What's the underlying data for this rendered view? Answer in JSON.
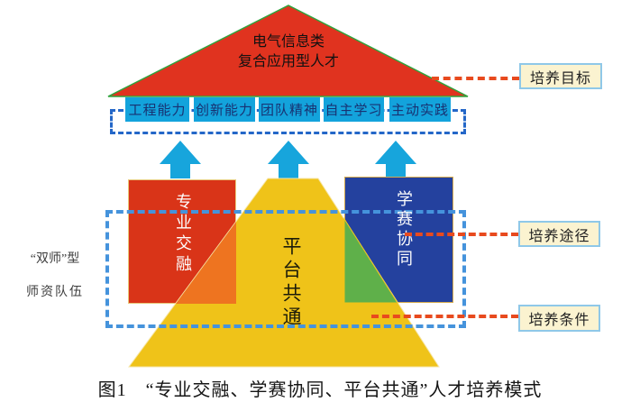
{
  "roof": {
    "line1": "电气信息类",
    "line2": "复合应用型人才"
  },
  "abilities": [
    "工程能力",
    "创新能力",
    "团队精神",
    "自主学习",
    "主动实践"
  ],
  "pillars": {
    "left": "专业交融",
    "center": "平台共通",
    "right": "学赛协同"
  },
  "annotations": {
    "target": "培养目标",
    "approach": "培养途径",
    "condition": "培养条件"
  },
  "left_note": {
    "line1": "“双师”型",
    "line2": "师资队伍"
  },
  "caption": "图1　“专业交融、学赛协同、平台共通”人才培养模式",
  "colors": {
    "roof_red": "#E0331F",
    "roof_outline_green": "#2FA33C",
    "ability_box_cyan": "#13A3DC",
    "ability_text_navy": "#183272",
    "arrow_cyan": "#17A5DC",
    "pillar_left_red": "#D93418",
    "pillar_right_blue": "#24419E",
    "platform_yellow": "#EFC319",
    "overlap_orange": "#EE7420",
    "overlap_green": "#5FB04A",
    "dashed_box_blue": "#2467C8",
    "dashed_mid_blue": "#4593DC",
    "leader_dash_red": "#E84A1E",
    "label_bg_cream": "#FBF3D0",
    "label_border_blue": "#8FC8E8"
  }
}
